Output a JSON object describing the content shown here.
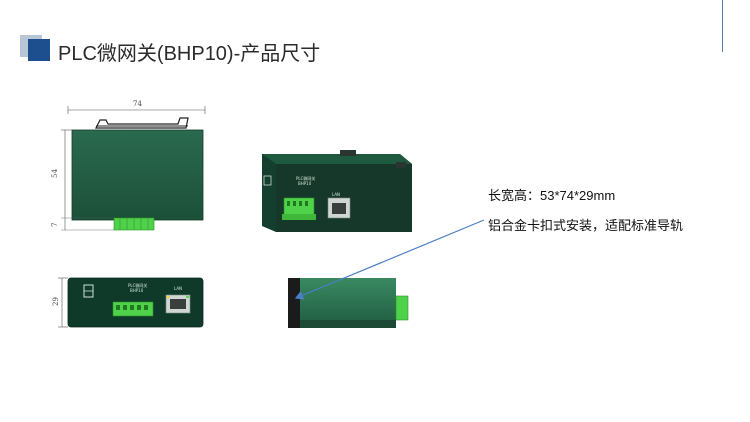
{
  "slide": {
    "title": "PLC微网关(BHP10)-产品尺寸"
  },
  "drawing": {
    "width_label": "74",
    "height_label": "54",
    "terminal_label": "7",
    "depth_label": "29",
    "front_model_line1": "PLC微网关",
    "front_model_line2": "BHP10",
    "front_lan_label": "LAN"
  },
  "photo": {
    "model_line1": "PLC微网关",
    "model_line2": "BHP10",
    "lan_label": "LAN"
  },
  "specs": {
    "size_line": "长宽高：53*74*29mm",
    "install_line": "铝合金卡扣式安装，适配标准导轨"
  },
  "colors": {
    "accent": "#1d4f8f",
    "device_green": "#215e45",
    "terminal_green": "#4fd14a",
    "arrow_blue": "#4a7fc4"
  },
  "icons": [
    "logo-mark-icon",
    "ethernet-port-icon",
    "leader-arrow-icon"
  ]
}
